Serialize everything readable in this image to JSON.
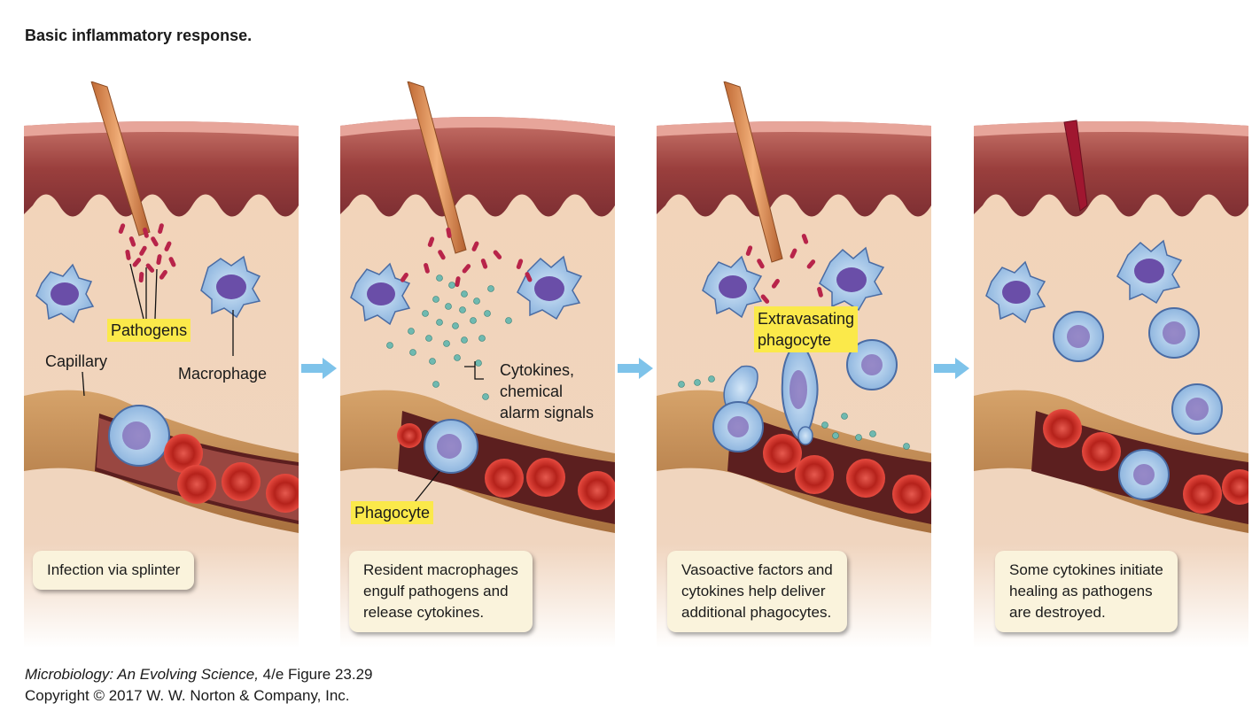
{
  "title": "Basic inflammatory response.",
  "labels": {
    "pathogens": "Pathogens",
    "capillary": "Capillary",
    "macrophage": "Macrophage",
    "cytokines": "Cytokines,",
    "cytokines_2": "chemical",
    "cytokines_3": "alarm signals",
    "phagocyte": "Phagocyte",
    "extravasating_1": "Extravasating",
    "extravasating_2": "phagocyte"
  },
  "captions": [
    {
      "lines": [
        "Infection via splinter"
      ]
    },
    {
      "lines": [
        "Resident macrophages",
        "engulf pathogens and",
        "release cytokines."
      ]
    },
    {
      "lines": [
        "Vasoactive factors and",
        "cytokines help deliver",
        "additional phagocytes."
      ]
    },
    {
      "lines": [
        "Some cytokines initiate",
        "healing as pathogens",
        "are destroyed."
      ]
    }
  ],
  "footer": {
    "book": "Microbiology: An Evolving Science,",
    "edition": " 4/e  Figure 23.29",
    "copyright": "Copyright © 2017 W. W. Norton & Company, Inc."
  },
  "colors": {
    "skin": "#8e3b3b",
    "dermis": "#f1d2b6",
    "cell_blue": "#9fc3e8",
    "nucleus": "#6a4ea8",
    "rbc": "#d3322b",
    "label_yellow": "#fbe94a",
    "arrow_blue": "#7ec3ea",
    "caption_bg": "#faf3dc"
  }
}
